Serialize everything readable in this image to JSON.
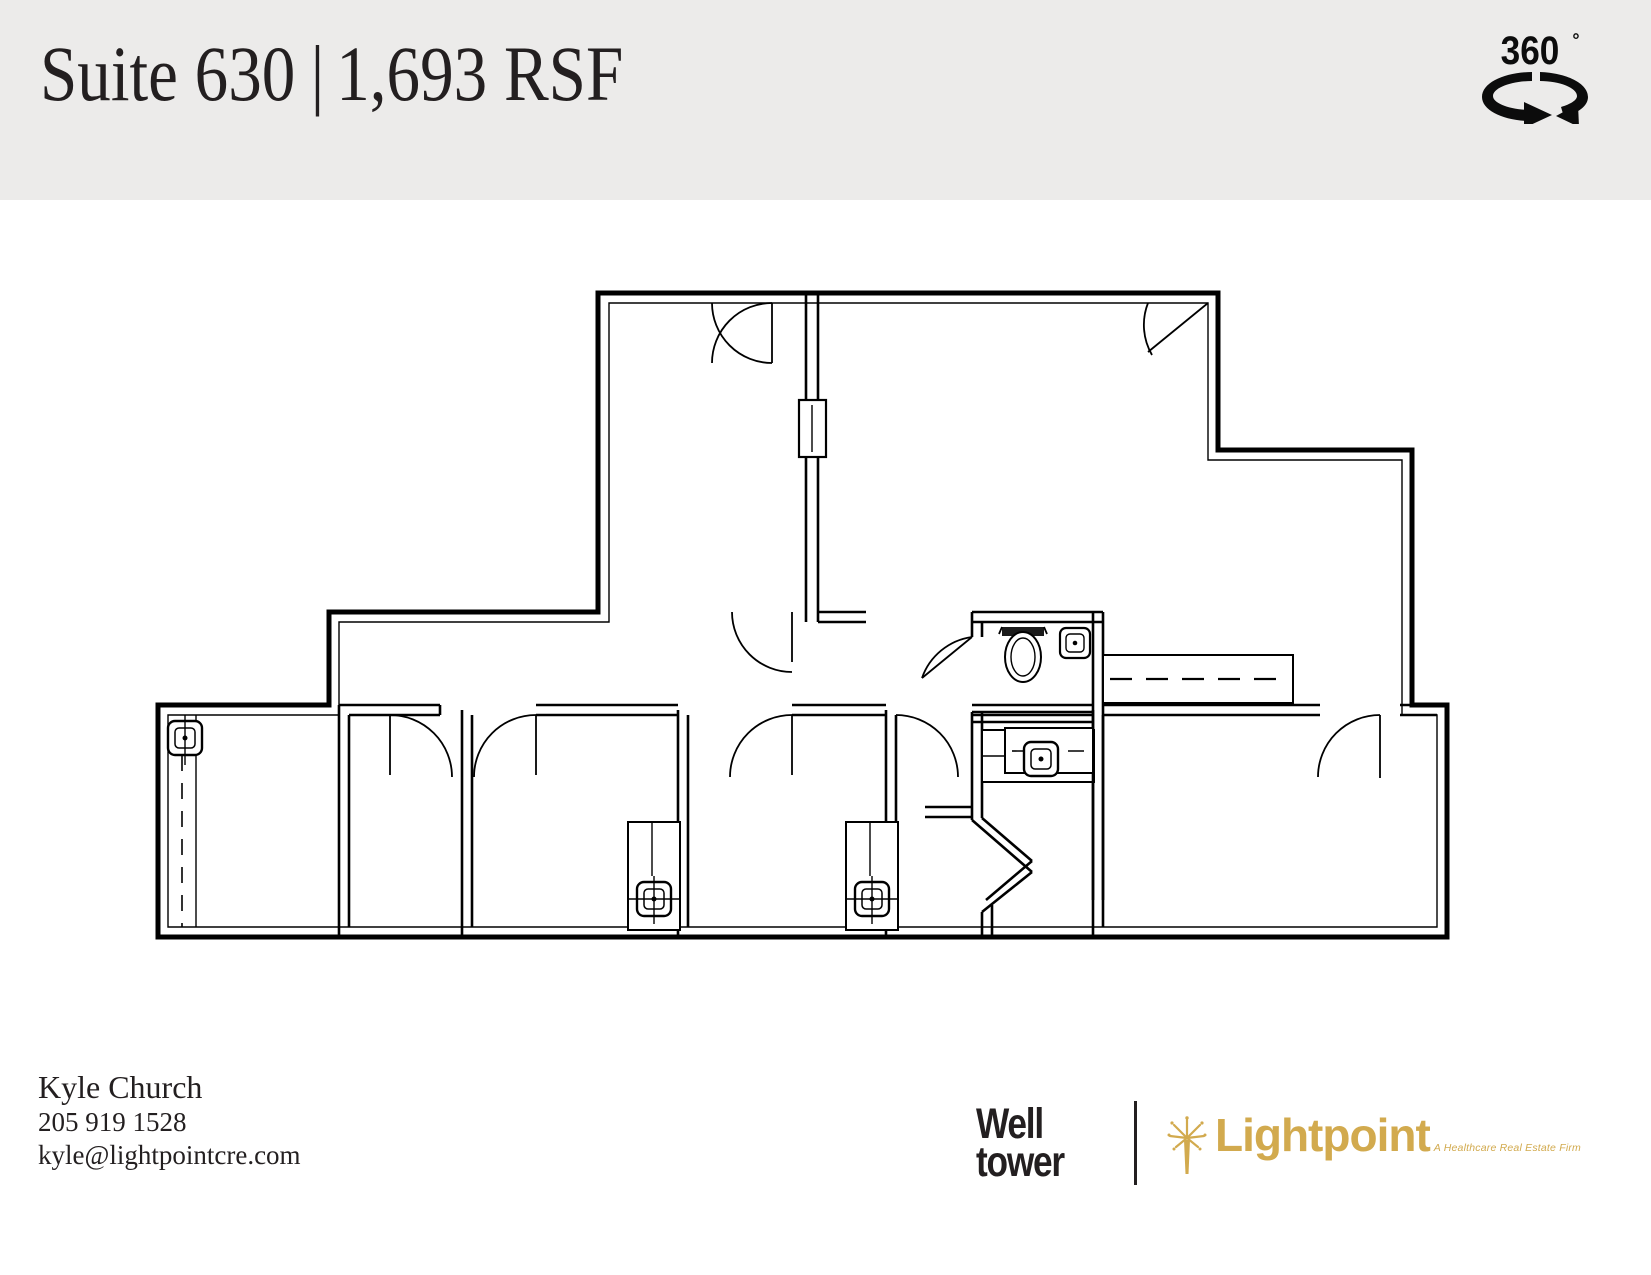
{
  "header": {
    "suite_label": "Suite 630",
    "separator": "|",
    "area_label": "1,693 RSF",
    "background_color": "#ECEBEA",
    "badge": {
      "name": "360-icon",
      "number": "360",
      "degree": "°"
    }
  },
  "floorplan": {
    "name": "suite-630-floor-plan",
    "line_color": "#000000",
    "fill_color": "#FFFFFF",
    "rooms": [
      {
        "id": "office-north-west",
        "label": ""
      },
      {
        "id": "office-north-east",
        "label": ""
      },
      {
        "id": "restroom",
        "label": ""
      },
      {
        "id": "corridor",
        "label": ""
      },
      {
        "id": "exam-room-1",
        "label": ""
      },
      {
        "id": "exam-room-2",
        "label": ""
      },
      {
        "id": "exam-room-3",
        "label": ""
      },
      {
        "id": "exam-room-4",
        "label": ""
      },
      {
        "id": "office-south-east",
        "label": ""
      }
    ],
    "fixtures": [
      {
        "id": "toilet",
        "type": "toilet"
      },
      {
        "id": "restroom-lavatory",
        "type": "sink"
      },
      {
        "id": "counter-sink-center",
        "type": "sink"
      },
      {
        "id": "exam-sink-left",
        "type": "sink"
      },
      {
        "id": "exam-sink-mid-a",
        "type": "sink"
      },
      {
        "id": "exam-sink-mid-b",
        "type": "sink"
      },
      {
        "id": "upper-cabinets",
        "type": "casework"
      }
    ]
  },
  "contact": {
    "name": "Kyle Church",
    "phone": "205 919 1528",
    "email": "kyle@lightpointcre.com"
  },
  "logos": {
    "welltower": {
      "line1": "Well",
      "line2": "tower",
      "color": "#231F20"
    },
    "lightpoint": {
      "name": "Lightpoint",
      "tagline": "A Healthcare Real Estate Firm",
      "color": "#D2AA4E"
    }
  }
}
